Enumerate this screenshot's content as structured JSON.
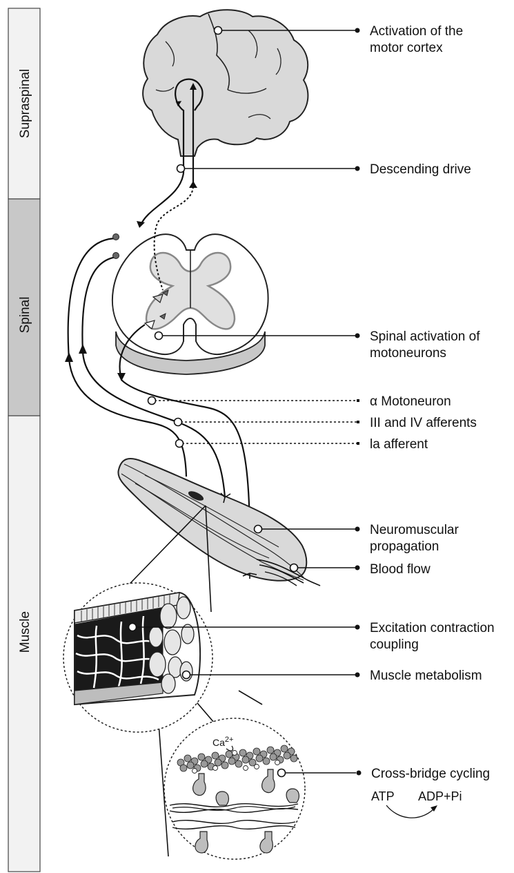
{
  "bands": [
    {
      "id": "supraspinal",
      "label": "Supraspinal",
      "color": "#f2f2f2"
    },
    {
      "id": "spinal",
      "label": "Spinal",
      "color": "#c8c8c8"
    },
    {
      "id": "muscle",
      "label": "Muscle",
      "color": "#f2f2f2"
    }
  ],
  "labels": {
    "motor_cortex": [
      "Activation of the",
      "motor cortex"
    ],
    "descending_drive": [
      "Descending drive"
    ],
    "spinal_activation": [
      "Spinal activation of",
      "motoneurons"
    ],
    "alpha_motoneuron": [
      "α Motoneuron"
    ],
    "afferents_34": [
      "III and IV afferents"
    ],
    "ia_afferent": [
      "la afferent"
    ],
    "neuromuscular": [
      "Neuromuscular",
      "propagation"
    ],
    "blood_flow": [
      "Blood flow"
    ],
    "ecc": [
      "Excitation contraction",
      "coupling"
    ],
    "metabolism": [
      "Muscle metabolism"
    ],
    "crossbridge": [
      "Cross-bridge cycling"
    ]
  },
  "chem": {
    "atp": "ATP",
    "adp": "ADP+Pi",
    "ca_base": "Ca",
    "ca_sup": "2+"
  },
  "colors": {
    "tissue": "#d9d9d9",
    "ink": "#111111",
    "band_dark": "#c8c8c8",
    "band_light": "#f2f2f2"
  }
}
